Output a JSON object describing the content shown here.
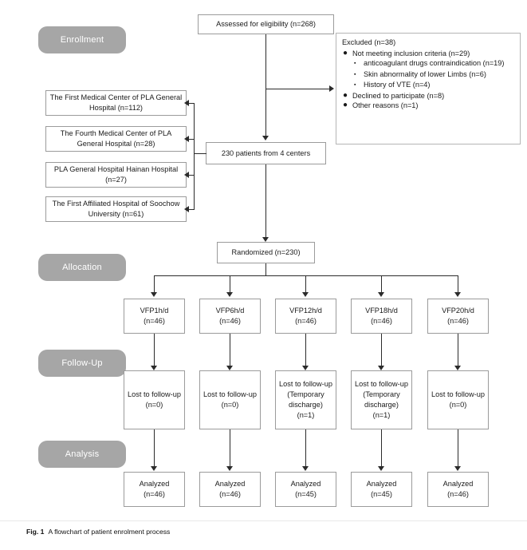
{
  "figure": {
    "caption_label": "Fig. 1",
    "caption_text": "A flowchart of patient enrolment process"
  },
  "colors": {
    "pill_background": "#a6a6a6",
    "pill_text": "#ffffff",
    "box_border": "#9b9b9b",
    "connector": "#2b2b2b",
    "page_background": "#ffffff"
  },
  "stages": [
    {
      "label": "Enrollment"
    },
    {
      "label": "Allocation"
    },
    {
      "label": "Follow-Up"
    },
    {
      "label": "Analysis"
    }
  ],
  "enrollment": {
    "assessed": "Assessed for eligibility (n=268)",
    "pooled": "230 patients from 4 centers",
    "centers": [
      "The First Medical Center of PLA General Hospital (n=112)",
      "The Fourth Medical Center of PLA General Hospital (n=28)",
      "PLA General Hospital Hainan Hospital (n=27)",
      "The First Affiliated Hospital of Soochow University (n=61)"
    ],
    "excluded": {
      "title": "Excluded (n=38)",
      "items": [
        {
          "level": 1,
          "text": "Not meeting inclusion criteria (n=29)"
        },
        {
          "level": 2,
          "text": "anticoagulant drugs contraindication  (n=19)"
        },
        {
          "level": 2,
          "text": "Skin abnormality of lower Limbs (n=6)"
        },
        {
          "level": 2,
          "text": "History of VTE (n=4)"
        },
        {
          "level": 1,
          "text": "Declined to participate (n=8)"
        },
        {
          "level": 1,
          "text": "Other reasons (n=1)"
        }
      ]
    }
  },
  "allocation": {
    "randomized": "Randomized (n=230)",
    "groups": [
      {
        "name": "VFP1h/d",
        "count": "(n=46)"
      },
      {
        "name": "VFP6h/d",
        "count": "(n=46)"
      },
      {
        "name": "VFP12h/d",
        "count": "(n=46)"
      },
      {
        "name": "VFP18h/d",
        "count": "(n=46)"
      },
      {
        "name": "VFP20h/d",
        "count": "(n=46)"
      }
    ]
  },
  "followup": {
    "items": [
      "Lost to follow-up (n=0)",
      "Lost to follow-up (n=0)",
      "Lost to follow-up (Temporary discharge) (n=1)",
      "Lost to follow-up (Temporary discharge) (n=1)",
      "Lost to follow-up (n=0)"
    ]
  },
  "analysis": {
    "items": [
      {
        "name": "Analyzed",
        "count": "(n=46)"
      },
      {
        "name": "Analyzed",
        "count": "(n=46)"
      },
      {
        "name": "Analyzed",
        "count": "(n=45)"
      },
      {
        "name": "Analyzed",
        "count": "(n=45)"
      },
      {
        "name": "Analyzed",
        "count": "(n=46)"
      }
    ]
  }
}
